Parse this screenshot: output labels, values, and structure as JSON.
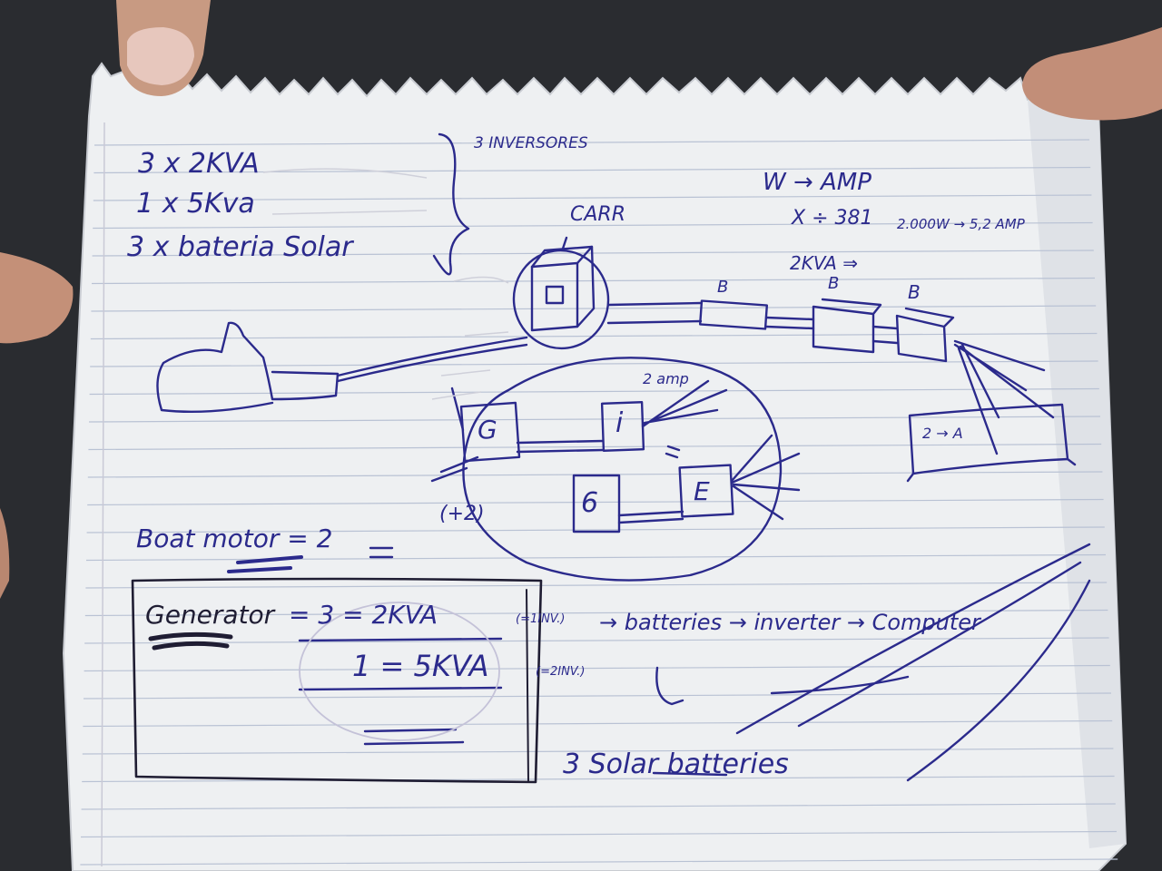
{
  "photo": {
    "description_free": true,
    "colors": {
      "background": "#2a2c30",
      "paper": "#eef0f2",
      "paper_shadow": "#c9ccd2",
      "rule_line": "#b9c2d4",
      "margin_line": "#c9c9d6",
      "ink_blue": "#2b2a8c",
      "ink_dark": "#1f1d33",
      "skin": "#c89a82"
    },
    "icons": [
      "generator-box",
      "inverter-box",
      "battery-box",
      "container-cube",
      "boat",
      "panel"
    ]
  },
  "notes": {
    "line1": "3  x 2KVA",
    "line2": "1  x  5Kva",
    "line3": "3 x  bateria Solar",
    "brace_note": "3 INVERSORES",
    "carr": "CARR",
    "w_amp": "W → AMP",
    "factor": "X ÷ 381",
    "conv1": "2.000W → 5,2 AMP",
    "conv2": "2KVA ⇒",
    "b_under": "B",
    "b1": "B",
    "b2": "B",
    "box_g": "G",
    "box_i": "i",
    "box_g2": "6",
    "box_e": "E",
    "amp_note": "2 amp",
    "plus2": "(+2)",
    "panel_label": "2 → A",
    "boat_motor": "Boat motor = 2",
    "generator": "Generator",
    "gen_eq1": "=   3 = 2KVA",
    "gen_eq1_note": "(=1INV.)",
    "gen_eq2": "1 = 5KVA",
    "gen_eq2_note": "(=2INV.)",
    "chain": "→ batteries → inverter → Computer",
    "solar": "3 Solar  batteries"
  }
}
